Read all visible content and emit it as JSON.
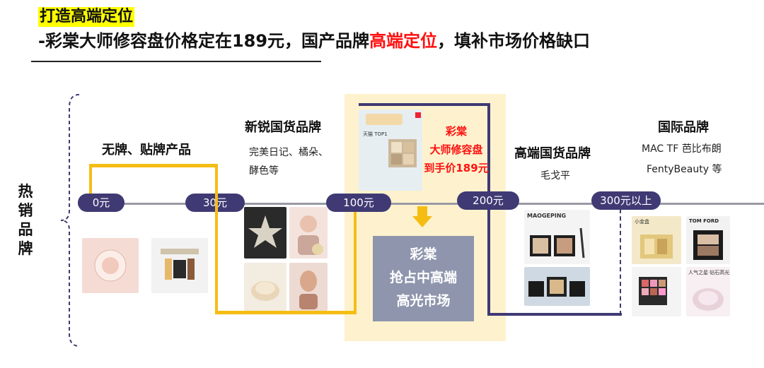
{
  "title": {
    "line1": "打造高端定位",
    "line2_part1": "-彩棠大师修容盘价格定在189元，国产品牌",
    "line2_highlight": "高端定位",
    "line2_part2": "，填补市场价格缺口"
  },
  "side_label": [
    "热",
    "销",
    "品",
    "牌"
  ],
  "price_points": [
    "0元",
    "30元",
    "100元",
    "200元",
    "300元以上"
  ],
  "categories": {
    "nobrand": {
      "title": "无牌、贴牌产品"
    },
    "new_domestic": {
      "title": "新锐国货品牌",
      "brands_line1": "完美日记、橘朵、",
      "brands_line2": "酵色等"
    },
    "caitang": {
      "line1": "彩棠",
      "line2": "大师修容盘",
      "line3": "到手价189元"
    },
    "high_domestic": {
      "title": "高端国货品牌",
      "brands": "毛戈平"
    },
    "international": {
      "title": "国际品牌",
      "brands_line1": "MAC TF 芭比布朗",
      "brands_line2": "FentyBeauty 等"
    }
  },
  "center_box": [
    "彩棠",
    "抢占中高端",
    "高光市场"
  ],
  "thumb_texts": {
    "maogeping": "MAOGEPING",
    "tomford": "TOM FORD",
    "caitang_card": "天猫 TOP1",
    "macbox": "小金盒",
    "flash": "人气之星·钻石高光"
  },
  "colors": {
    "accent_yellow": "#f5bd14",
    "navy": "#3f3a73",
    "red": "#ff1010",
    "highlight_bg": "#fdf2cd"
  }
}
